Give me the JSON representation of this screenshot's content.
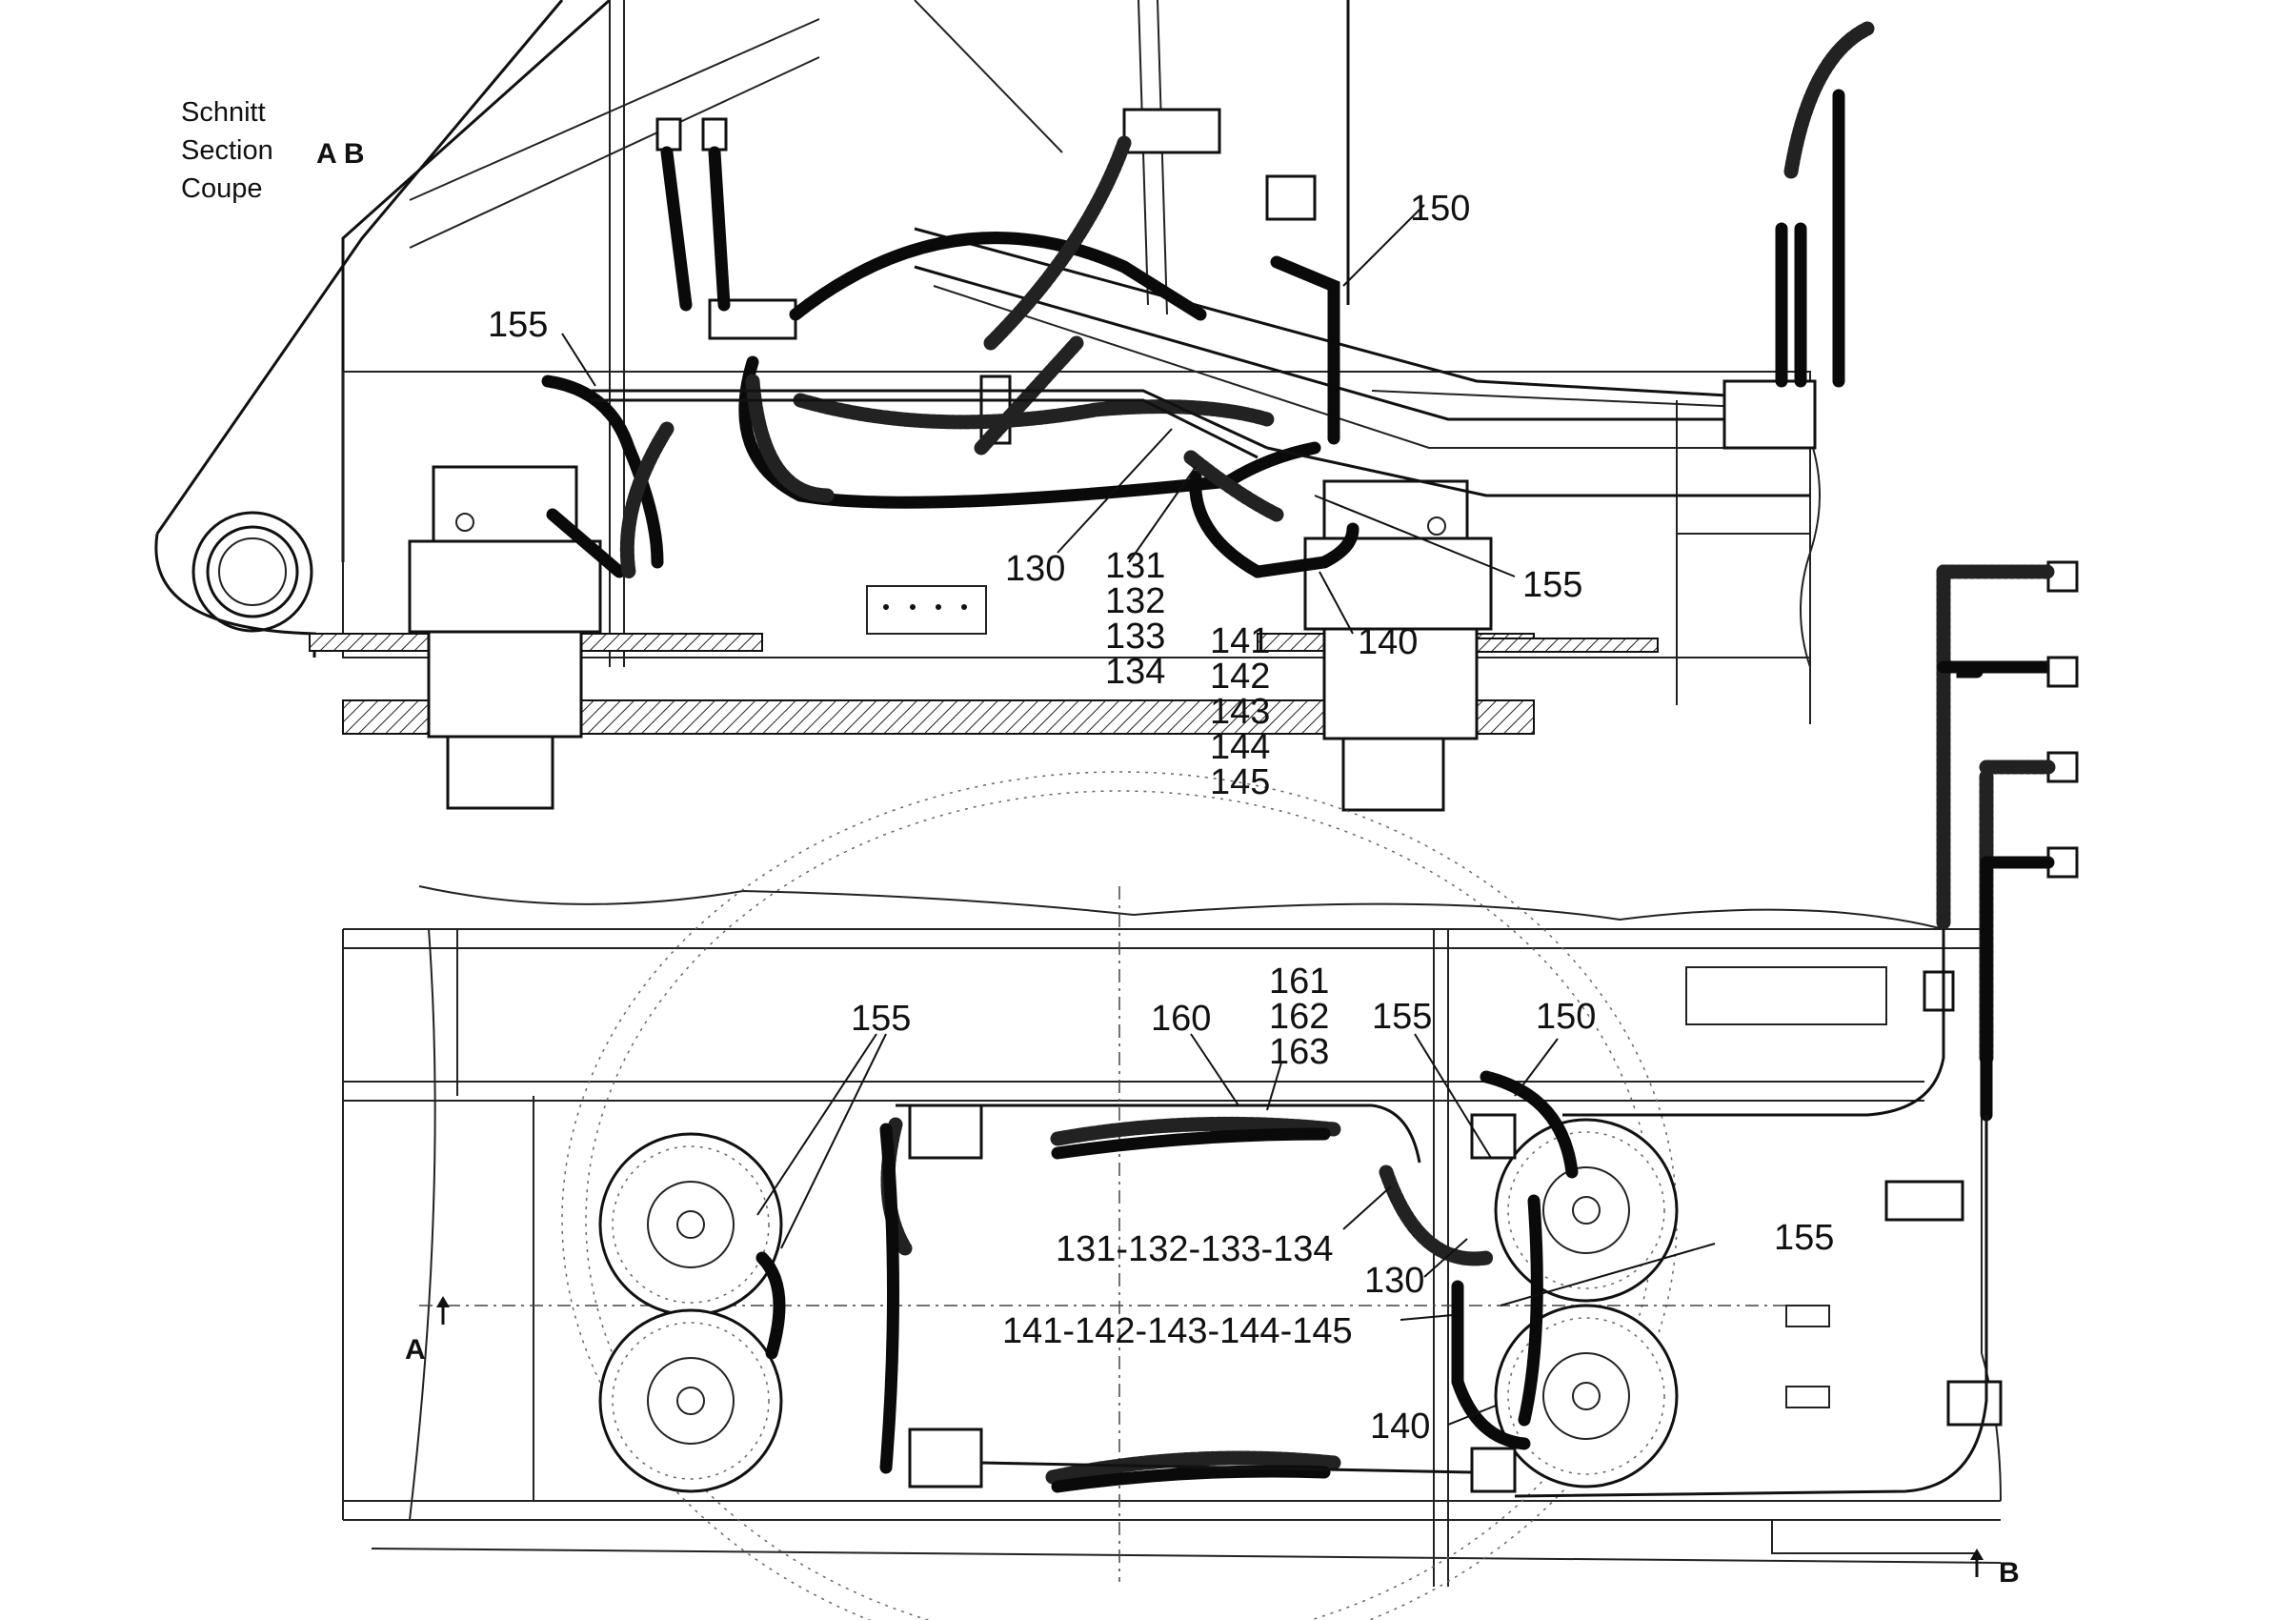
{
  "section_title": {
    "lines": [
      "Schnitt",
      "Section",
      "Coupe"
    ],
    "marker": "A B"
  },
  "side_view_labels": {
    "l155_left": "155",
    "l150": "150",
    "l130": "130",
    "stack_131": [
      "131",
      "132",
      "133",
      "134"
    ],
    "stack_141": [
      "141",
      "142",
      "143",
      "144",
      "145"
    ],
    "l140": "140",
    "l155_right": "155"
  },
  "top_view_labels": {
    "l155_left": "155",
    "l160": "160",
    "stack_161": [
      "161",
      "162",
      "163"
    ],
    "l155_mid": "155",
    "l150": "150",
    "l131_134": "131-132-133-134",
    "l130": "130",
    "l155_right": "155",
    "l141_145": "141-142-143-144-145",
    "l140": "140"
  },
  "section_markers": {
    "a": "A",
    "b": "B"
  }
}
